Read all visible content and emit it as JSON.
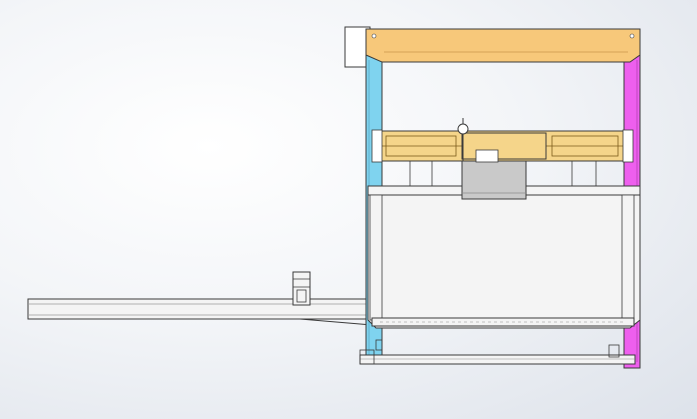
{
  "view": {
    "type": "cad-model-viewport",
    "background_gradient": [
      "#ffffff",
      "#dde2ea"
    ]
  },
  "colors": {
    "top_beam": "#f7c87a",
    "left_column": "#7fd3ef",
    "right_column": "#ee5fee",
    "carriage_rails": "#f5d58a",
    "carriage_block": "#c9c9c9",
    "frame_outline": "#3a3a3a",
    "steel": "#f4f4f4",
    "control_box": "#ffffff"
  },
  "components": [
    {
      "name": "top-beam",
      "color_key": "top_beam"
    },
    {
      "name": "left-column",
      "color_key": "left_column"
    },
    {
      "name": "right-column",
      "color_key": "right_column"
    },
    {
      "name": "gantry-carriage",
      "color_key": "carriage_rails"
    },
    {
      "name": "spindle-head",
      "color_key": "carriage_block"
    },
    {
      "name": "inner-frame",
      "color_key": "steel"
    },
    {
      "name": "outfeed-rail",
      "color_key": "steel"
    },
    {
      "name": "control-box",
      "color_key": "control_box"
    },
    {
      "name": "base-rail",
      "color_key": "steel"
    },
    {
      "name": "rail-post",
      "color_key": "steel"
    }
  ]
}
